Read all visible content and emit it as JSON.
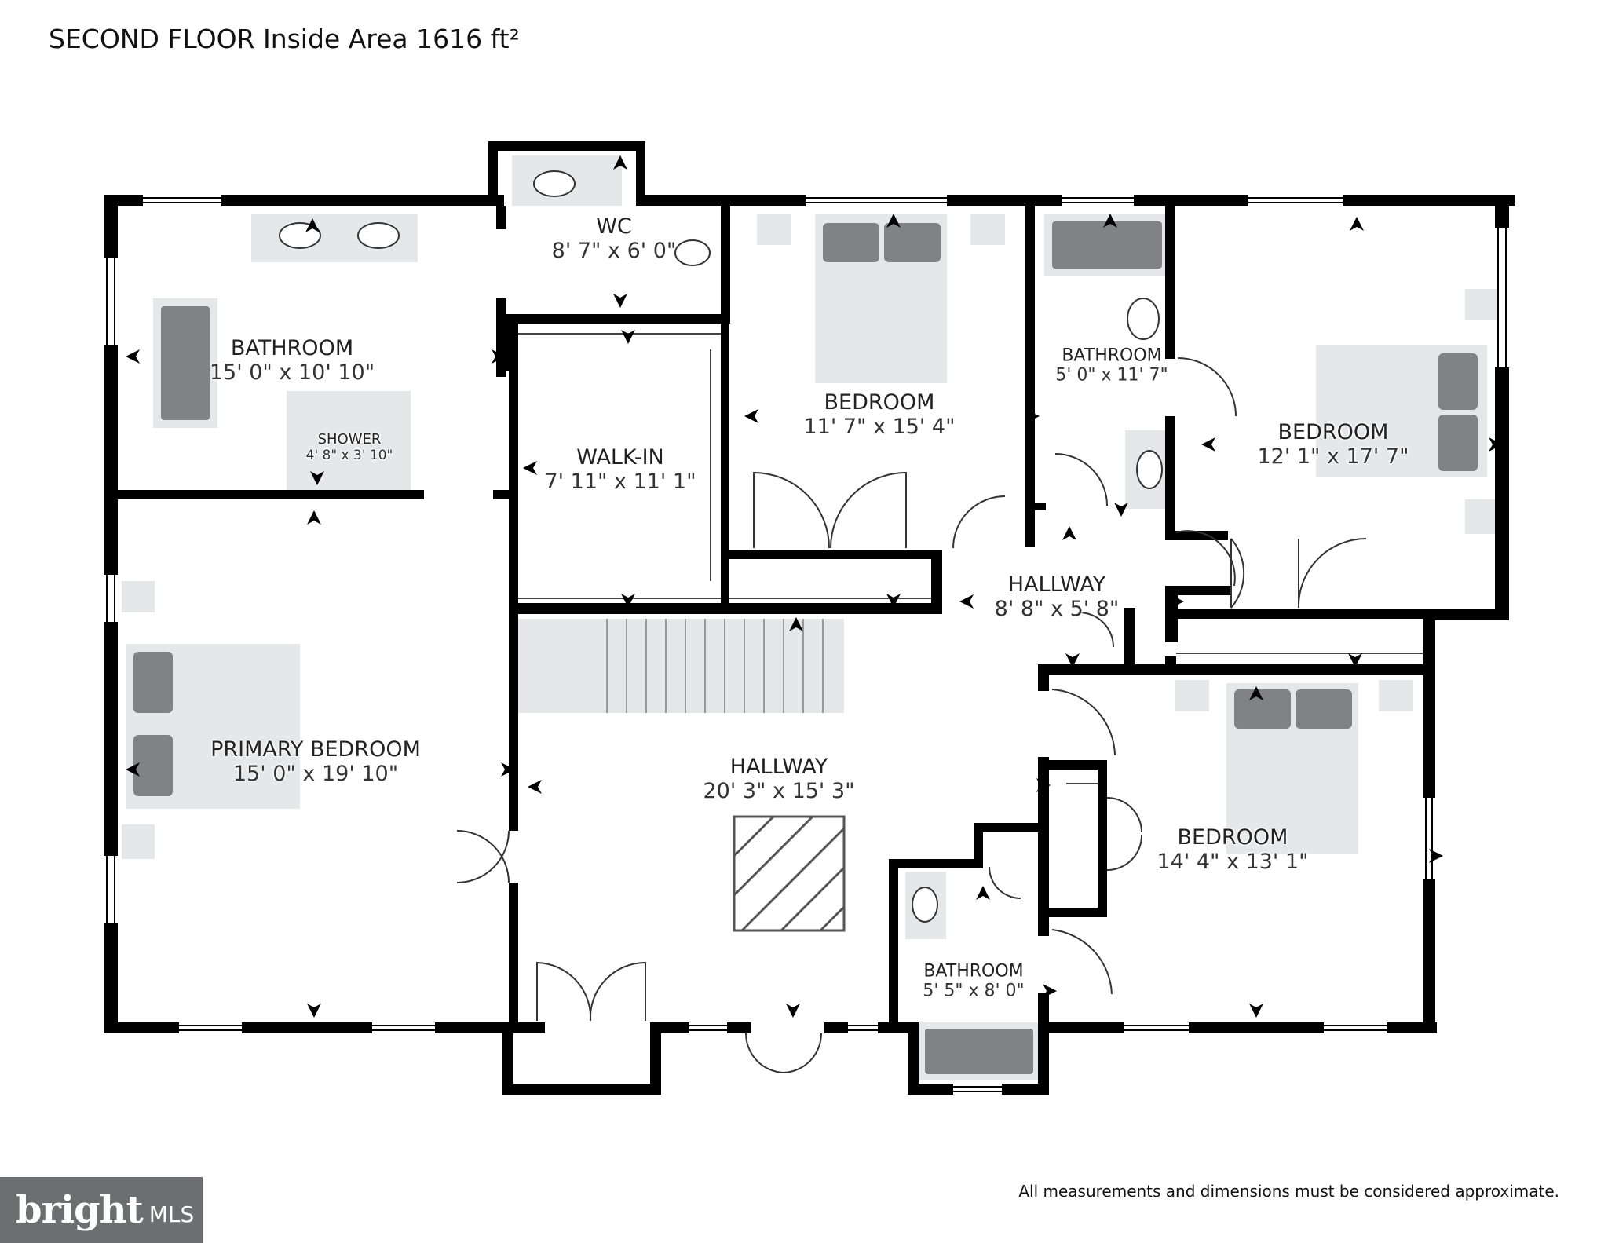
{
  "header": {
    "title": "SECOND FLOOR Inside Area 1616 ft²"
  },
  "footer": {
    "disclaimer": "All measurements and dimensions must be considered approximate.",
    "logo_word": "bright",
    "logo_suffix": "MLS"
  },
  "rooms": {
    "bathroom_primary": {
      "name": "BATHROOM",
      "dims": "15' 0\" x 10' 10\""
    },
    "shower": {
      "name": "SHOWER",
      "dims": "4' 8\" x 3' 10\""
    },
    "wc": {
      "name": "WC",
      "dims": "8' 7\" x 6' 0\""
    },
    "walk_in": {
      "name": "WALK-IN",
      "dims": "7' 11\" x 11' 1\""
    },
    "bedroom_center": {
      "name": "BEDROOM",
      "dims": "11' 7\" x 15' 4\""
    },
    "bathroom_small": {
      "name": "BATHROOM",
      "dims": "5' 0\" x 11' 7\""
    },
    "bedroom_right": {
      "name": "BEDROOM",
      "dims": "12' 1\" x 17' 7\""
    },
    "hallway_small": {
      "name": "HALLWAY",
      "dims": "8' 8\" x 5' 8\""
    },
    "primary_bedroom": {
      "name": "PRIMARY BEDROOM",
      "dims": "15' 0\" x 19' 10\""
    },
    "hallway_main": {
      "name": "HALLWAY",
      "dims": "20' 3\" x 15' 3\""
    },
    "bedroom_lower": {
      "name": "BEDROOM",
      "dims": "14' 4\" x 13' 1\""
    },
    "bathroom_lower": {
      "name": "BATHROOM",
      "dims": "5' 5\" x 8' 0\""
    }
  },
  "colors": {
    "wall": "#000000",
    "fixture": "#e6e7e8",
    "fixture_dark": "#808285",
    "logo_bg": "#6d6e70"
  }
}
